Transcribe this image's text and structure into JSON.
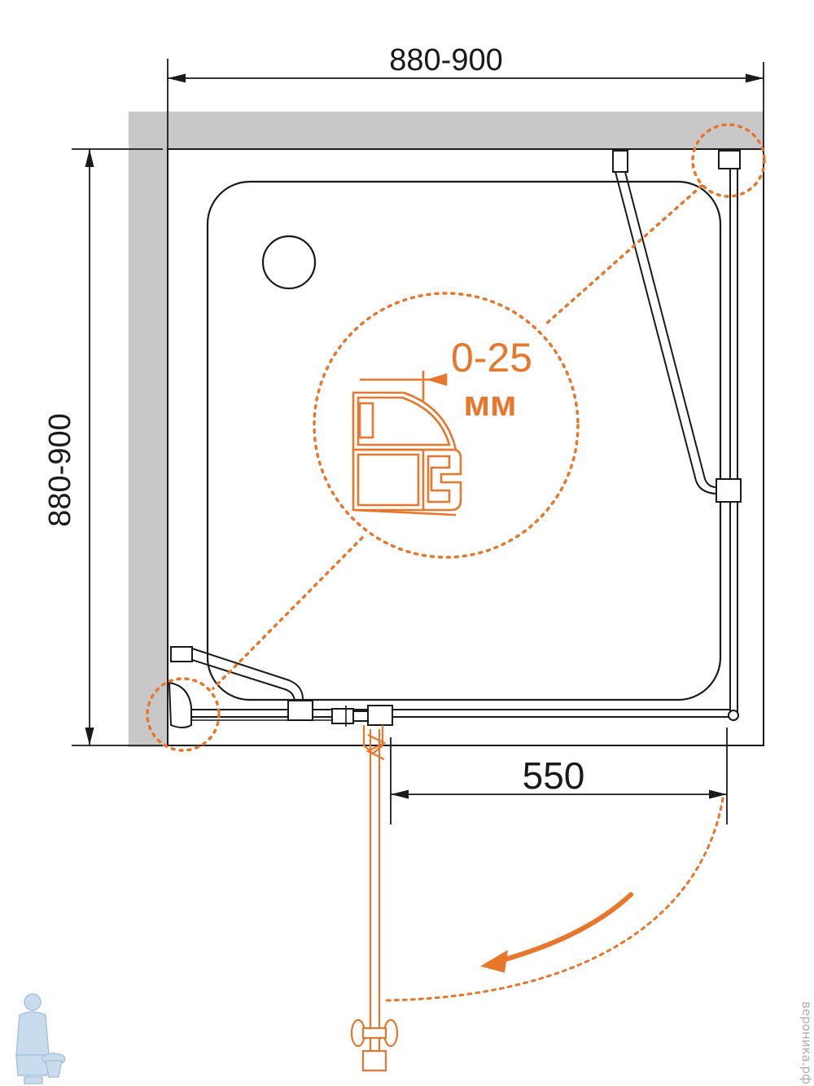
{
  "dimensions": {
    "width_label": "880-900",
    "height_label": "880-900",
    "door_opening_label": "550"
  },
  "detail": {
    "gap_value": "0-25",
    "gap_unit": "мм"
  },
  "watermark": "вероника.рф",
  "colors": {
    "line": "#1a1a1a",
    "wall": "#c8c8c8",
    "accent": "#e8762b"
  }
}
